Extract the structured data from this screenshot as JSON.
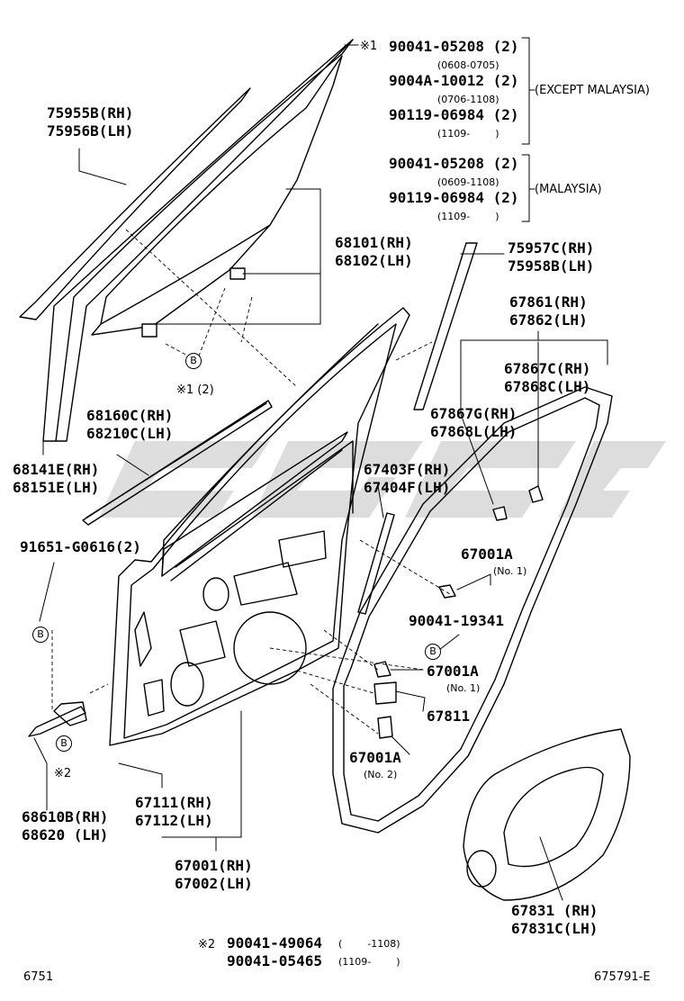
{
  "watermark": {
    "text": "CGGC",
    "color": "#d9d9d9"
  },
  "notes": {
    "note1_mark": "※1",
    "note2_mark": "※2",
    "note1_qty": "※1 (2)"
  },
  "callouts": {
    "c1": {
      "part": "90041-05208 (2)",
      "range": "(0608-0705)"
    },
    "c2": {
      "part": "9004A-10012 (2)",
      "range": "(0706-1108)"
    },
    "c3": {
      "part": "90119-06984 (2)",
      "range": "(1109-        )"
    },
    "except_malaysia": "(EXCEPT MALAYSIA)",
    "c4": {
      "part": "90041-05208 (2)",
      "range": "(0609-1108)"
    },
    "c5": {
      "part": "90119-06984 (2)",
      "range": "(1109-        )"
    },
    "malaysia": "(MALAYSIA)"
  },
  "labels": {
    "p75955": "75955B(RH)",
    "p75956": "75956B(LH)",
    "p68101": "68101(RH)",
    "p68102": "68102(LH)",
    "p75957": "75957C(RH)",
    "p75958": "75958B(LH)",
    "p67861": "67861(RH)",
    "p67862": "67862(LH)",
    "p67867c": "67867C(RH)",
    "p67868c": "67868C(LH)",
    "p68160": "68160C(RH)",
    "p68210": "68210C(LH)",
    "p67867g": "67867G(RH)",
    "p67868l": "67868L(LH)",
    "p68141": "68141E(RH)",
    "p68151": "68151E(LH)",
    "p67403": "67403F(RH)",
    "p67404": "67404F(LH)",
    "p91651": "91651-G0616(2)",
    "p67001a_1": "67001A",
    "p67001a_1_no": "(No. 1)",
    "p90041_19341": "90041-19341",
    "p67001a_2": "67001A",
    "p67001a_2_no": "(No. 1)",
    "p67811": "67811",
    "p67001a_3": "67001A",
    "p67001a_3_no": "(No. 2)",
    "p67111": "67111(RH)",
    "p67112": "67112(LH)",
    "p68610": "68610B(RH)",
    "p68620": "68620 (LH)",
    "p67001": "67001(RH)",
    "p67002": "67002(LH)",
    "p67831": "67831 (RH)",
    "p67831c": "67831C(LH)",
    "b_marker": "B"
  },
  "bottom_note": {
    "mark": "※2",
    "l1_part": "90041-49064",
    "l1_range": "(        -1108)",
    "l2_part": "90041-05465",
    "l2_range": "(1109-        )"
  },
  "footer": {
    "left_code": "6751",
    "right_code": "675791-E"
  }
}
